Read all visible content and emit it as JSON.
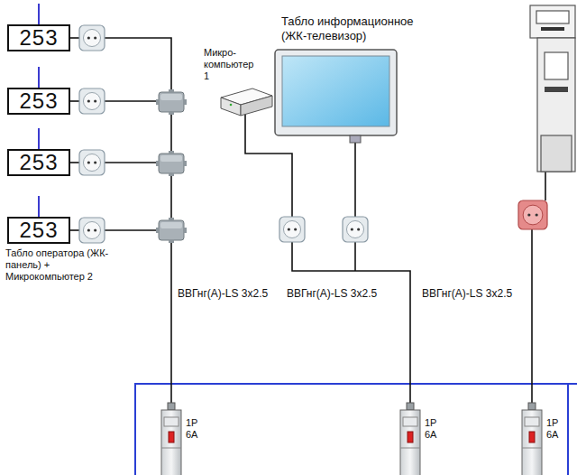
{
  "diagram": {
    "nodes": [
      {
        "text": [
          "253"
        ]
      },
      {
        "text": [
          "253"
        ]
      },
      {
        "text": [
          "253"
        ]
      },
      {
        "text": [
          "253"
        ]
      },
      {
        "text": [
          "Микро- компьютер 1"
        ]
      },
      {
        "text": [
          "Табло информационное (ЖК-телевизор)"
        ]
      },
      {
        "text": [
          "1P 6A"
        ]
      },
      {
        "text": [
          "1P 6A"
        ]
      },
      {
        "text": [
          "1P 6A"
        ]
      }
    ],
    "labels": [
      "Табло оператора (ЖК-панель) + Микрокомпьютер 2",
      "ВВГнг(А)-LS 3x2.5",
      "ВВГнг(А)-LS 3x2.5",
      "ВВГнг(А)-LS 3x2.5"
    ]
  }
}
